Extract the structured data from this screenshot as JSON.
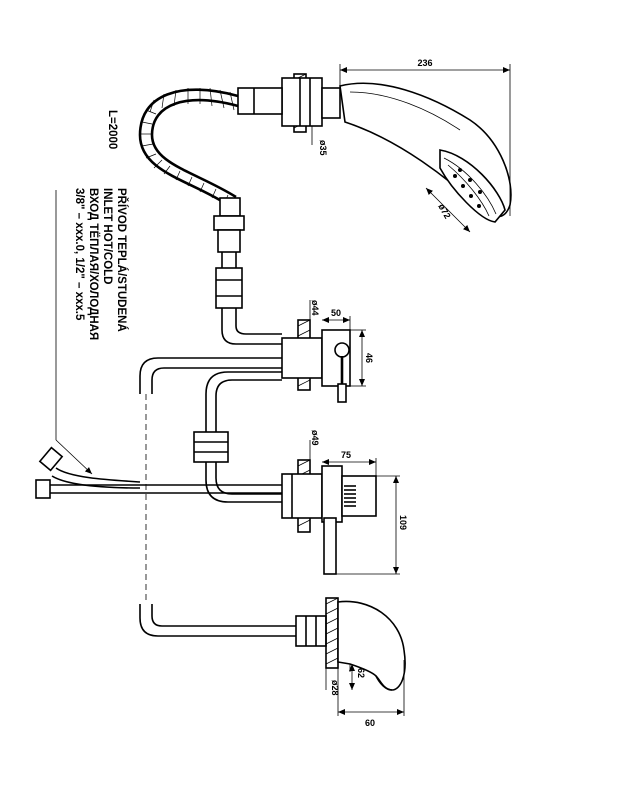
{
  "labels": {
    "hose_length": "L=2000",
    "inlet_line1": "PŘÍVOD TEPLÁ/STUDENÁ",
    "inlet_line2": "INLET HOT/COLD",
    "inlet_line3": "ВХОД ТЁПЛАЯ/ХОЛОДНАЯ",
    "inlet_line4": "3/8\" – xxx.0, 1/2\" – xxx.5"
  },
  "dimensions": {
    "shower_length": "236",
    "shower_thread": "ø35",
    "shower_head_dia": "ø72",
    "diverter_dia": "ø44",
    "diverter_depth": "50",
    "diverter_height": "46",
    "mixer_dia": "ø49",
    "mixer_depth": "75",
    "mixer_height": "109",
    "spout_dia": "ø28",
    "spout_height": "62",
    "spout_length": "60"
  }
}
